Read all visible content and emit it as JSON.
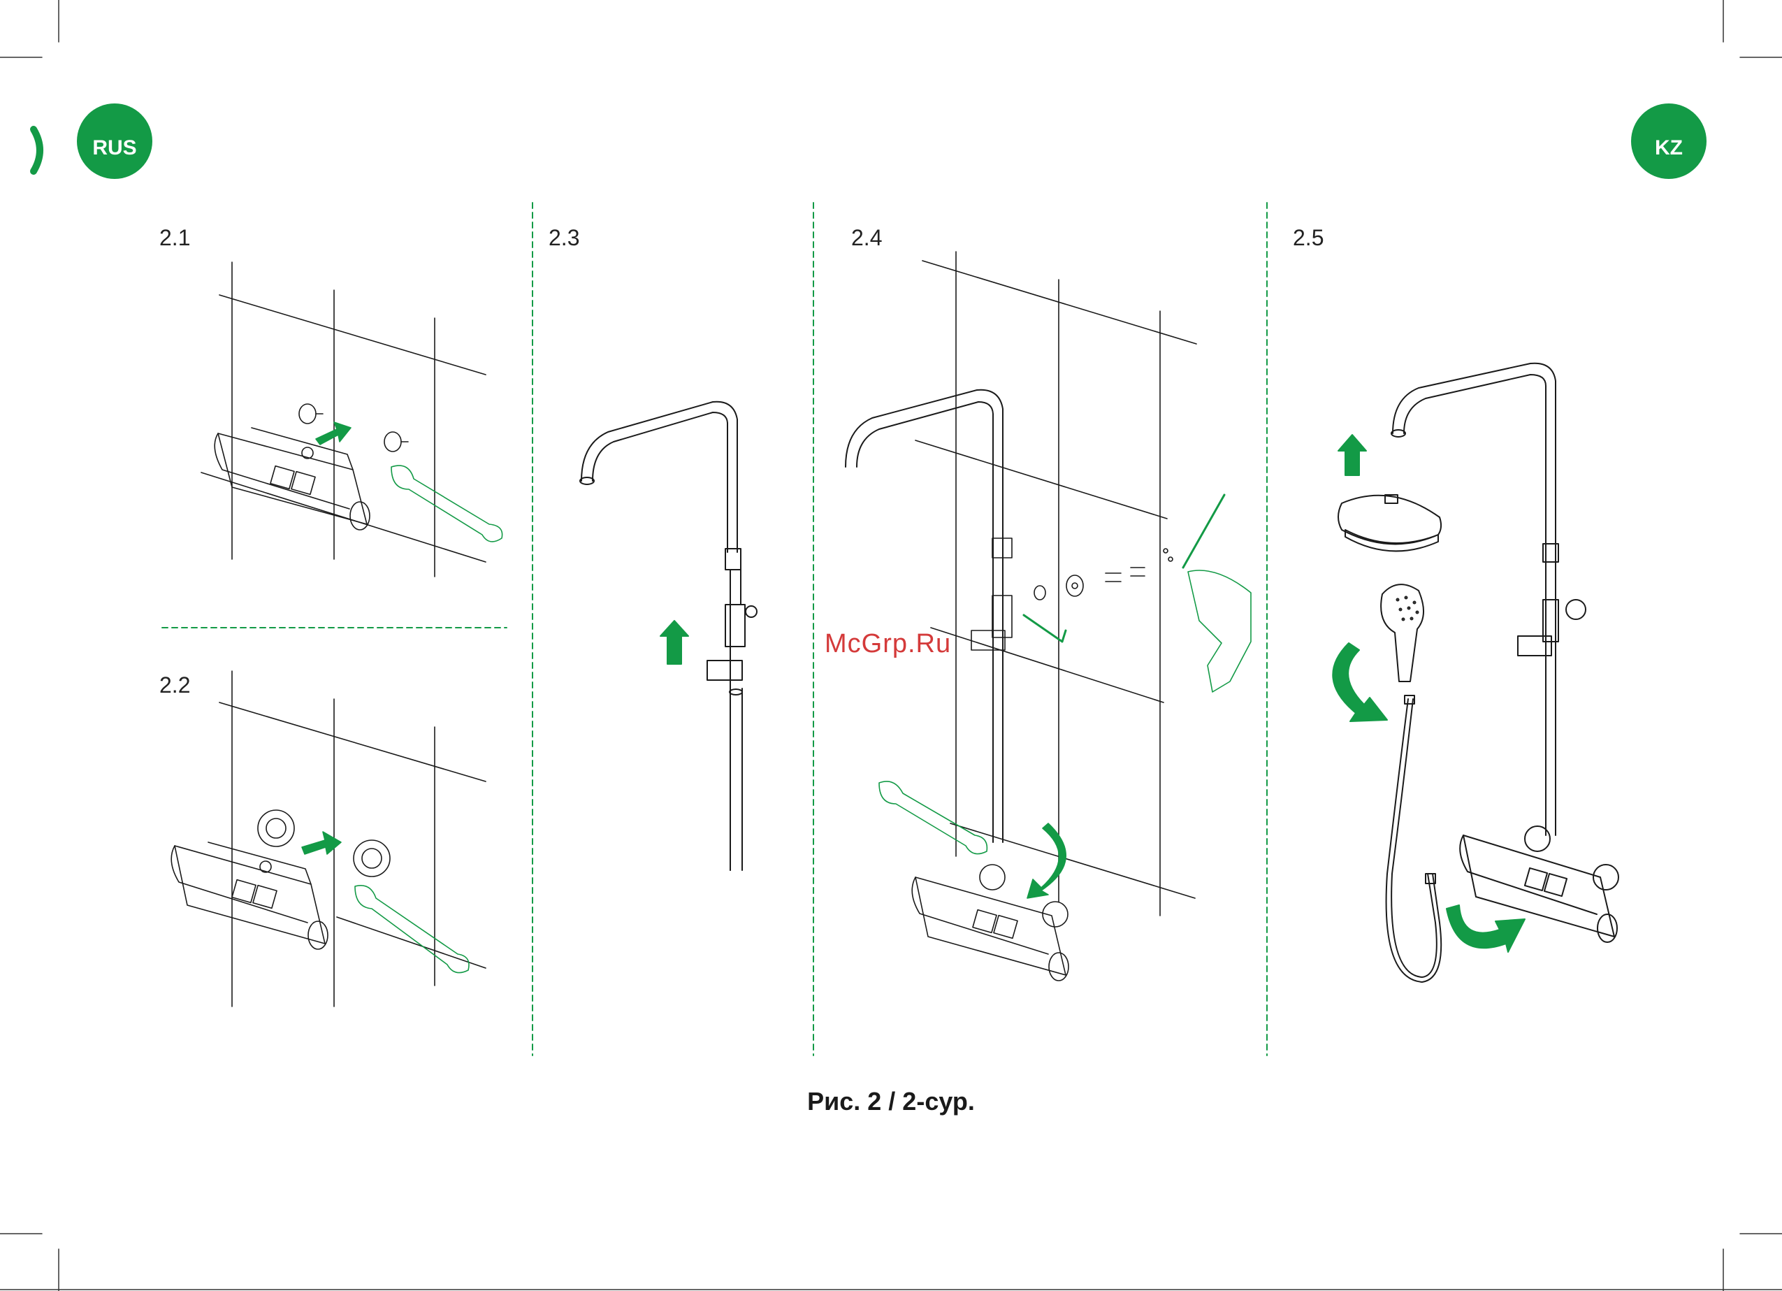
{
  "badges": {
    "left": "RUS",
    "right": "KZ"
  },
  "steps": [
    "2.1",
    "2.2",
    "2.3",
    "2.4",
    "2.5"
  ],
  "caption": "Рис. 2 / 2-сур.",
  "watermark": "McGrp.Ru",
  "colors": {
    "accent": "#139a46",
    "line": "#1a1a1a",
    "watermark": "#d43a3a"
  }
}
